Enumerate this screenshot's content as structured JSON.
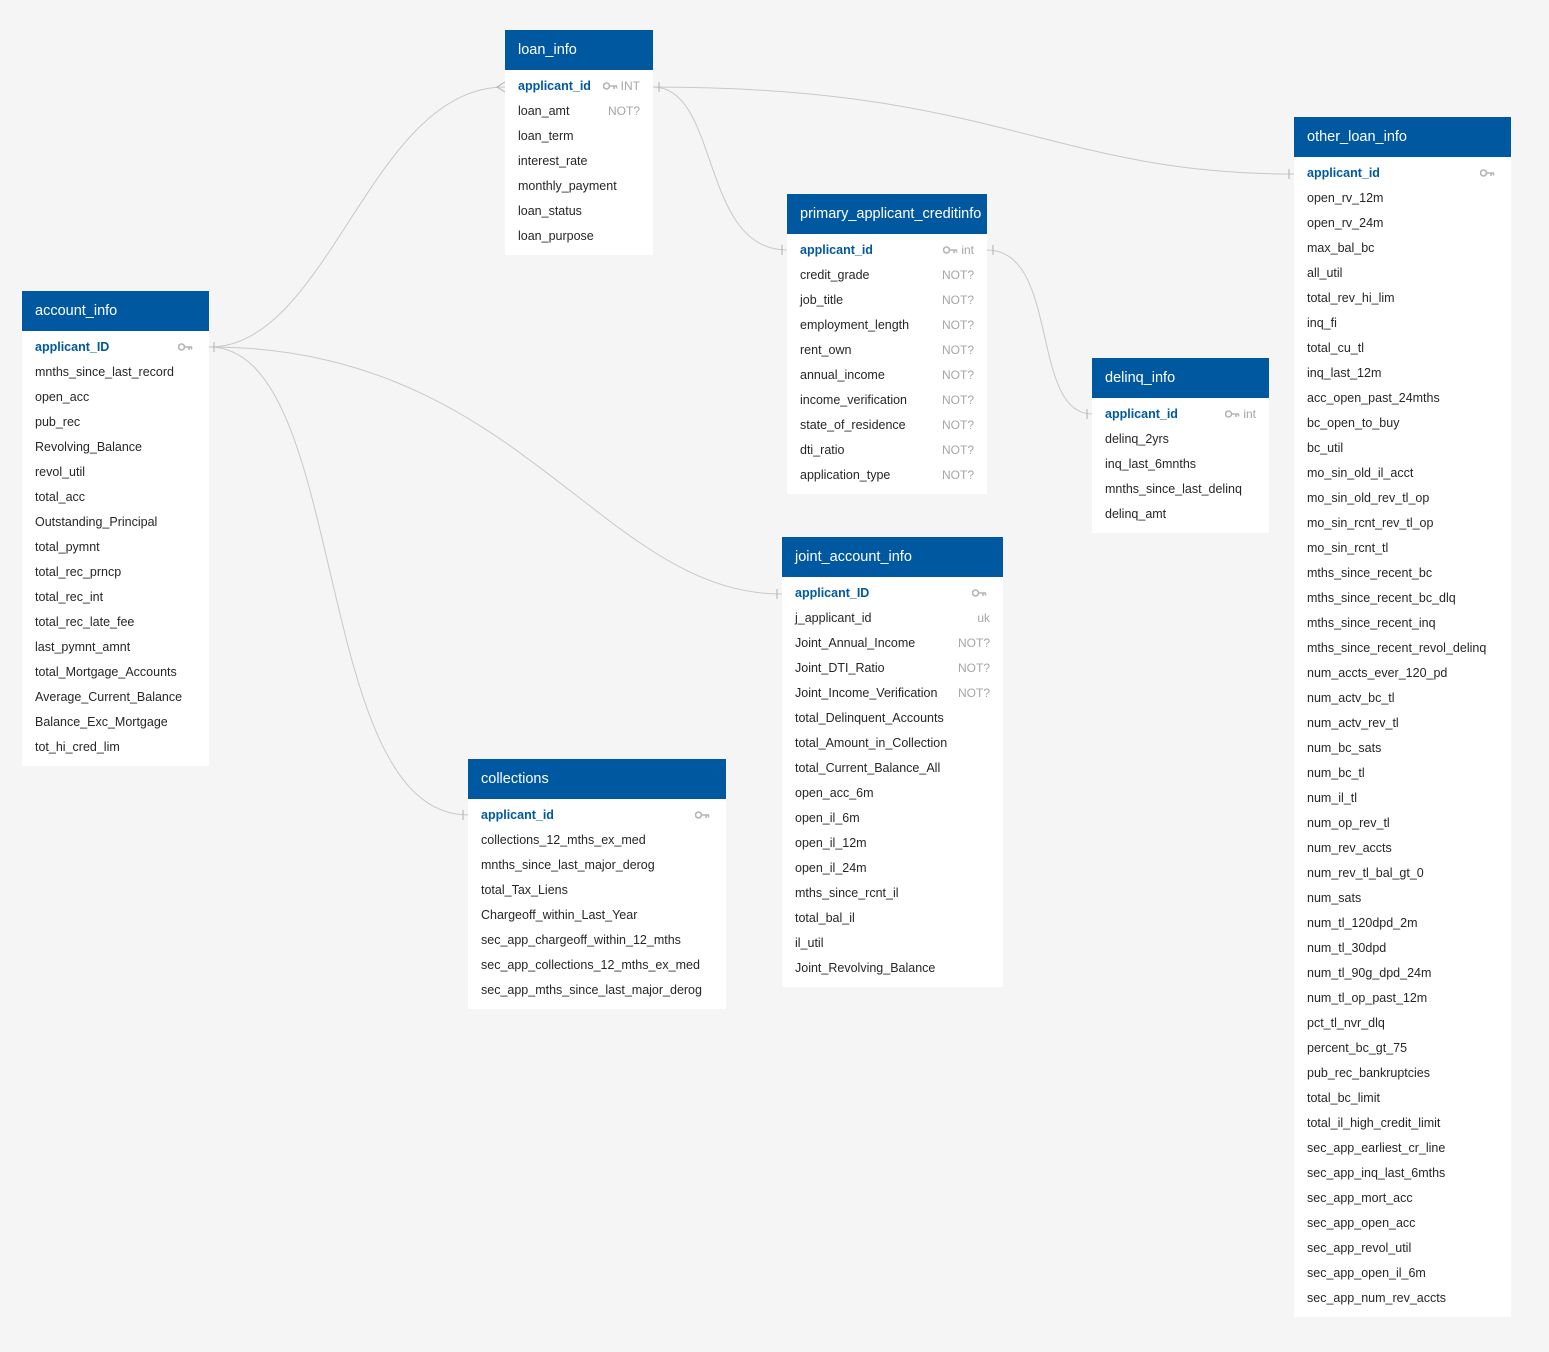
{
  "tables": {
    "loan_info": {
      "title": "loan_info",
      "fields": [
        {
          "name": "applicant_id",
          "meta": "INT",
          "pk": true
        },
        {
          "name": "loan_amt",
          "meta": "NOT?"
        },
        {
          "name": "loan_term",
          "meta": ""
        },
        {
          "name": "interest_rate",
          "meta": ""
        },
        {
          "name": "monthly_payment",
          "meta": ""
        },
        {
          "name": "loan_status",
          "meta": ""
        },
        {
          "name": "loan_purpose",
          "meta": ""
        }
      ]
    },
    "primary_applicant_creditinfo": {
      "title": "primary_applicant_creditinfo",
      "fields": [
        {
          "name": "applicant_id",
          "meta": "int",
          "pk": true
        },
        {
          "name": "credit_grade",
          "meta": "NOT?"
        },
        {
          "name": "job_title",
          "meta": "NOT?"
        },
        {
          "name": "employment_length",
          "meta": "NOT?"
        },
        {
          "name": "rent_own",
          "meta": "NOT?"
        },
        {
          "name": "annual_income",
          "meta": "NOT?"
        },
        {
          "name": "income_verification",
          "meta": "NOT?"
        },
        {
          "name": "state_of_residence",
          "meta": "NOT?"
        },
        {
          "name": "dti_ratio",
          "meta": "NOT?"
        },
        {
          "name": "application_type",
          "meta": "NOT?"
        }
      ]
    },
    "delinq_info": {
      "title": "delinq_info",
      "fields": [
        {
          "name": "applicant_id",
          "meta": "int",
          "pk": true
        },
        {
          "name": "delinq_2yrs",
          "meta": ""
        },
        {
          "name": "inq_last_6mnths",
          "meta": ""
        },
        {
          "name": "mnths_since_last_delinq",
          "meta": ""
        },
        {
          "name": "delinq_amt",
          "meta": ""
        }
      ]
    },
    "account_info": {
      "title": "account_info",
      "fields": [
        {
          "name": "applicant_ID",
          "meta": "",
          "pk": true
        },
        {
          "name": "mnths_since_last_record",
          "meta": ""
        },
        {
          "name": "open_acc",
          "meta": ""
        },
        {
          "name": "pub_rec",
          "meta": ""
        },
        {
          "name": "Revolving_Balance",
          "meta": ""
        },
        {
          "name": "revol_util",
          "meta": ""
        },
        {
          "name": "total_acc",
          "meta": ""
        },
        {
          "name": "Outstanding_Principal",
          "meta": ""
        },
        {
          "name": "total_pymnt",
          "meta": ""
        },
        {
          "name": "total_rec_prncp",
          "meta": ""
        },
        {
          "name": "total_rec_int",
          "meta": ""
        },
        {
          "name": "total_rec_late_fee",
          "meta": ""
        },
        {
          "name": "last_pymnt_amnt",
          "meta": ""
        },
        {
          "name": "total_Mortgage_Accounts",
          "meta": ""
        },
        {
          "name": "Average_Current_Balance",
          "meta": ""
        },
        {
          "name": "Balance_Exc_Mortgage",
          "meta": ""
        },
        {
          "name": "tot_hi_cred_lim",
          "meta": ""
        }
      ]
    },
    "joint_account_info": {
      "title": "joint_account_info",
      "fields": [
        {
          "name": "applicant_ID",
          "meta": "",
          "pk": true
        },
        {
          "name": "j_applicant_id",
          "meta": "uk"
        },
        {
          "name": "Joint_Annual_Income",
          "meta": "NOT?"
        },
        {
          "name": "Joint_DTI_Ratio",
          "meta": "NOT?"
        },
        {
          "name": "Joint_Income_Verification",
          "meta": "NOT?"
        },
        {
          "name": "total_Delinquent_Accounts",
          "meta": ""
        },
        {
          "name": "total_Amount_in_Collection",
          "meta": ""
        },
        {
          "name": "total_Current_Balance_All",
          "meta": ""
        },
        {
          "name": "open_acc_6m",
          "meta": ""
        },
        {
          "name": "open_il_6m",
          "meta": ""
        },
        {
          "name": "open_il_12m",
          "meta": ""
        },
        {
          "name": "open_il_24m",
          "meta": ""
        },
        {
          "name": "mths_since_rcnt_il",
          "meta": ""
        },
        {
          "name": "total_bal_il",
          "meta": ""
        },
        {
          "name": "il_util",
          "meta": ""
        },
        {
          "name": "Joint_Revolving_Balance",
          "meta": ""
        }
      ]
    },
    "collections": {
      "title": "collections",
      "fields": [
        {
          "name": "applicant_id",
          "meta": "",
          "pk": true
        },
        {
          "name": "collections_12_mths_ex_med",
          "meta": ""
        },
        {
          "name": "mnths_since_last_major_derog",
          "meta": ""
        },
        {
          "name": "total_Tax_Liens",
          "meta": ""
        },
        {
          "name": "Chargeoff_within_Last_Year",
          "meta": ""
        },
        {
          "name": "sec_app_chargeoff_within_12_mths",
          "meta": ""
        },
        {
          "name": "sec_app_collections_12_mths_ex_med",
          "meta": ""
        },
        {
          "name": "sec_app_mths_since_last_major_derog",
          "meta": ""
        }
      ]
    },
    "other_loan_info": {
      "title": "other_loan_info",
      "fields": [
        {
          "name": "applicant_id",
          "meta": "",
          "pk": true
        },
        {
          "name": "open_rv_12m",
          "meta": ""
        },
        {
          "name": "open_rv_24m",
          "meta": ""
        },
        {
          "name": "max_bal_bc",
          "meta": ""
        },
        {
          "name": "all_util",
          "meta": ""
        },
        {
          "name": "total_rev_hi_lim",
          "meta": ""
        },
        {
          "name": "inq_fi",
          "meta": ""
        },
        {
          "name": "total_cu_tl",
          "meta": ""
        },
        {
          "name": "inq_last_12m",
          "meta": ""
        },
        {
          "name": "acc_open_past_24mths",
          "meta": ""
        },
        {
          "name": "bc_open_to_buy",
          "meta": ""
        },
        {
          "name": "bc_util",
          "meta": ""
        },
        {
          "name": "mo_sin_old_il_acct",
          "meta": ""
        },
        {
          "name": "mo_sin_old_rev_tl_op",
          "meta": ""
        },
        {
          "name": "mo_sin_rcnt_rev_tl_op",
          "meta": ""
        },
        {
          "name": "mo_sin_rcnt_tl",
          "meta": ""
        },
        {
          "name": "mths_since_recent_bc",
          "meta": ""
        },
        {
          "name": "mths_since_recent_bc_dlq",
          "meta": ""
        },
        {
          "name": "mths_since_recent_inq",
          "meta": ""
        },
        {
          "name": "mths_since_recent_revol_delinq",
          "meta": ""
        },
        {
          "name": "num_accts_ever_120_pd",
          "meta": ""
        },
        {
          "name": "num_actv_bc_tl",
          "meta": ""
        },
        {
          "name": "num_actv_rev_tl",
          "meta": ""
        },
        {
          "name": "num_bc_sats",
          "meta": ""
        },
        {
          "name": "num_bc_tl",
          "meta": ""
        },
        {
          "name": "num_il_tl",
          "meta": ""
        },
        {
          "name": "num_op_rev_tl",
          "meta": ""
        },
        {
          "name": "num_rev_accts",
          "meta": ""
        },
        {
          "name": "num_rev_tl_bal_gt_0",
          "meta": ""
        },
        {
          "name": "num_sats",
          "meta": ""
        },
        {
          "name": "num_tl_120dpd_2m",
          "meta": ""
        },
        {
          "name": "num_tl_30dpd",
          "meta": ""
        },
        {
          "name": "num_tl_90g_dpd_24m",
          "meta": ""
        },
        {
          "name": "num_tl_op_past_12m",
          "meta": ""
        },
        {
          "name": "pct_tl_nvr_dlq",
          "meta": ""
        },
        {
          "name": "percent_bc_gt_75",
          "meta": ""
        },
        {
          "name": "pub_rec_bankruptcies",
          "meta": ""
        },
        {
          "name": "total_bc_limit",
          "meta": ""
        },
        {
          "name": "total_il_high_credit_limit",
          "meta": ""
        },
        {
          "name": "sec_app_earliest_cr_line",
          "meta": ""
        },
        {
          "name": "sec_app_inq_last_6mths",
          "meta": ""
        },
        {
          "name": "sec_app_mort_acc",
          "meta": ""
        },
        {
          "name": "sec_app_open_acc",
          "meta": ""
        },
        {
          "name": "sec_app_revol_util",
          "meta": ""
        },
        {
          "name": "sec_app_open_il_6m",
          "meta": ""
        },
        {
          "name": "sec_app_num_rev_accts",
          "meta": ""
        }
      ]
    }
  },
  "colors": {
    "header": "#0059a0",
    "pk_text": "#0059a0",
    "background": "#f4f5f4",
    "connector": "#c8c8c8"
  },
  "icons": {
    "primary_key": "key-icon"
  }
}
